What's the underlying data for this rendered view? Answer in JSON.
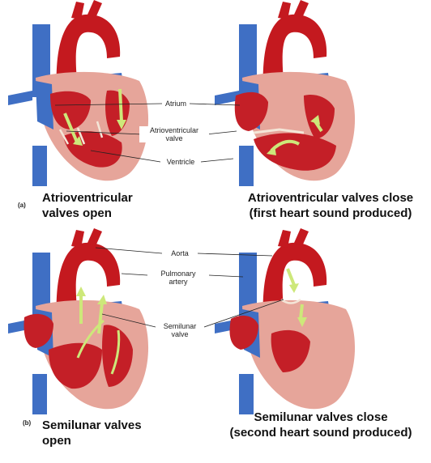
{
  "labels": {
    "atrium": "Atrium",
    "av_valve_line1": "Atrioventricular",
    "av_valve_line2": "valve",
    "ventricle": "Ventricle",
    "aorta": "Aorta",
    "pulmonary_line1": "Pulmonary",
    "pulmonary_line2": "artery",
    "semilunar_line1": "Semilunar",
    "semilunar_line2": "valve"
  },
  "panels": {
    "a": {
      "tag": "(a)",
      "left_caption_line1": "Atrioventricular",
      "left_caption_line2": "valves open",
      "right_caption_line1": "Atrioventricular valves close",
      "right_caption_line2": "(first heart sound produced)"
    },
    "b": {
      "tag": "(b)",
      "left_caption_line1": "Semilunar valves",
      "left_caption_line2": "open",
      "right_caption_line1": "Semilunar valves close",
      "right_caption_line2": "(second heart sound produced)"
    }
  },
  "colors": {
    "vein_blue": "#3f6fc4",
    "artery_red": "#c4191f",
    "muscle_pink": "#e6a59a",
    "chamber_red": "#c41f27",
    "fat_yellow": "#e7c36a",
    "arrow_green": "#cde87a"
  }
}
